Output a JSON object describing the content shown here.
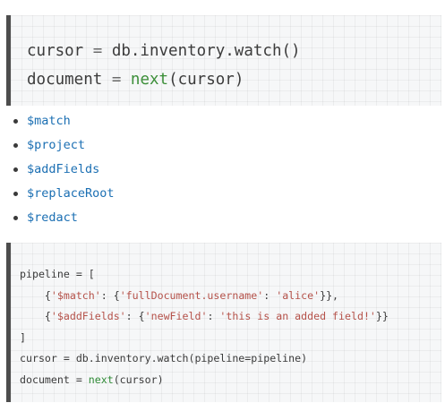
{
  "top_code": {
    "line1": {
      "var": "cursor",
      "op": " = ",
      "rest": "db.inventory.watch()"
    },
    "line2": {
      "var": "document",
      "op": " = ",
      "fn": "next",
      "rest": "(cursor)"
    }
  },
  "stages": [
    "$match",
    "$project",
    "$addFields",
    "$replaceRoot",
    "$redact"
  ],
  "bottom_code": {
    "l1": {
      "text": "pipeline = ["
    },
    "l2": {
      "indent": "    {",
      "k1": "'$match'",
      "p1": ": {",
      "k2": "'fullDocument.username'",
      "p2": ": ",
      "v": "'alice'",
      "end": "}},"
    },
    "l3": {
      "indent": "    {",
      "k1": "'$addFields'",
      "p1": ": {",
      "k2": "'newField'",
      "p2": ": ",
      "v": "'this is an added field!'",
      "end": "}}"
    },
    "l4": {
      "text": "]"
    },
    "l5": {
      "text": "cursor = db.inventory.watch(pipeline=pipeline)"
    },
    "l6": {
      "pre": "document = ",
      "fn": "next",
      "post": "(cursor)"
    }
  }
}
